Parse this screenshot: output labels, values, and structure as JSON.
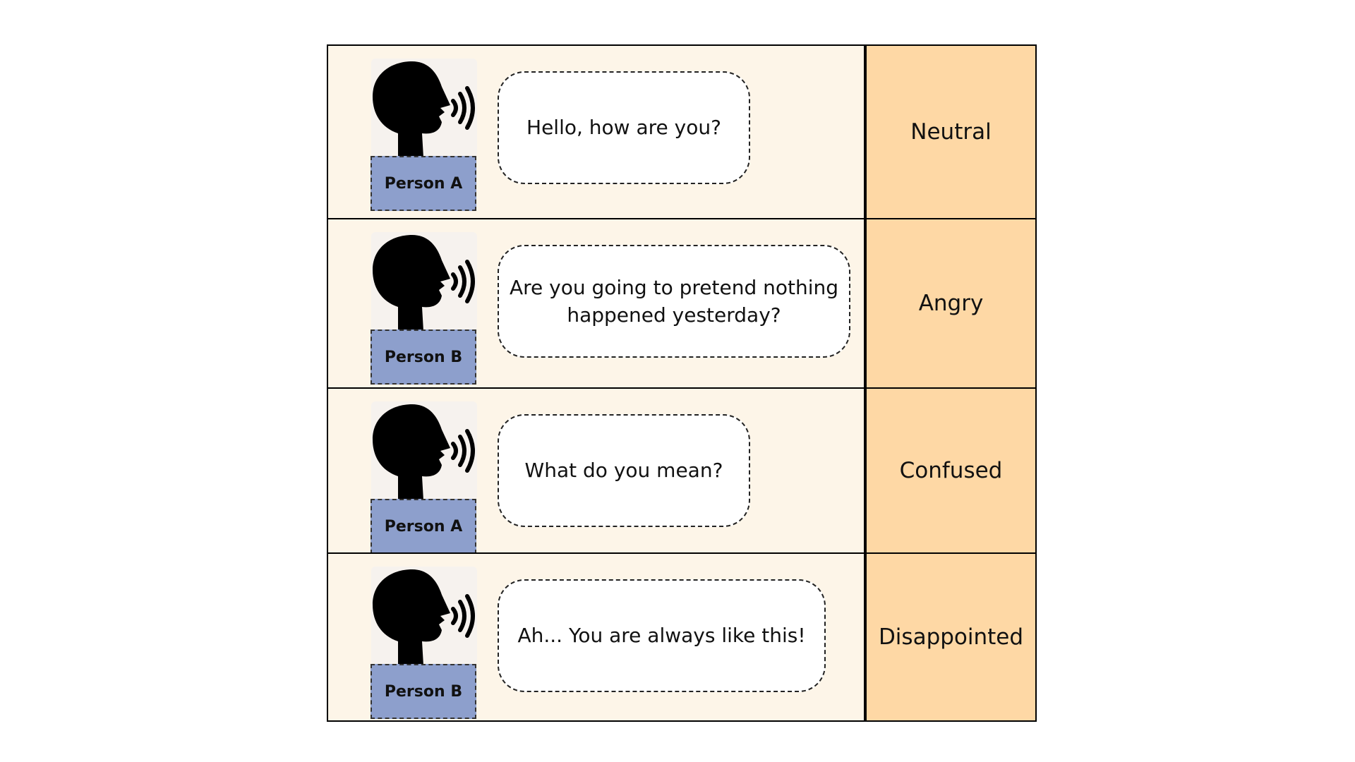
{
  "rows": [
    {
      "speaker": "Person A",
      "utterance": "Hello, how are you?",
      "emotion": "Neutral"
    },
    {
      "speaker": "Person B",
      "utterance": "Are you going to pretend nothing happened yesterday?",
      "emotion": "Angry"
    },
    {
      "speaker": "Person A",
      "utterance": "What do you mean?",
      "emotion": "Confused"
    },
    {
      "speaker": "Person B",
      "utterance": "Ah... You are always like this!",
      "emotion": "Disappointed"
    }
  ],
  "colors": {
    "row_background": "#fdf5e8",
    "emotion_background": "#fed8a5",
    "speaker_tag": "#8d9fcc",
    "bubble": "#ffffff"
  },
  "icons": {
    "speaker": "speaking-head-icon"
  }
}
